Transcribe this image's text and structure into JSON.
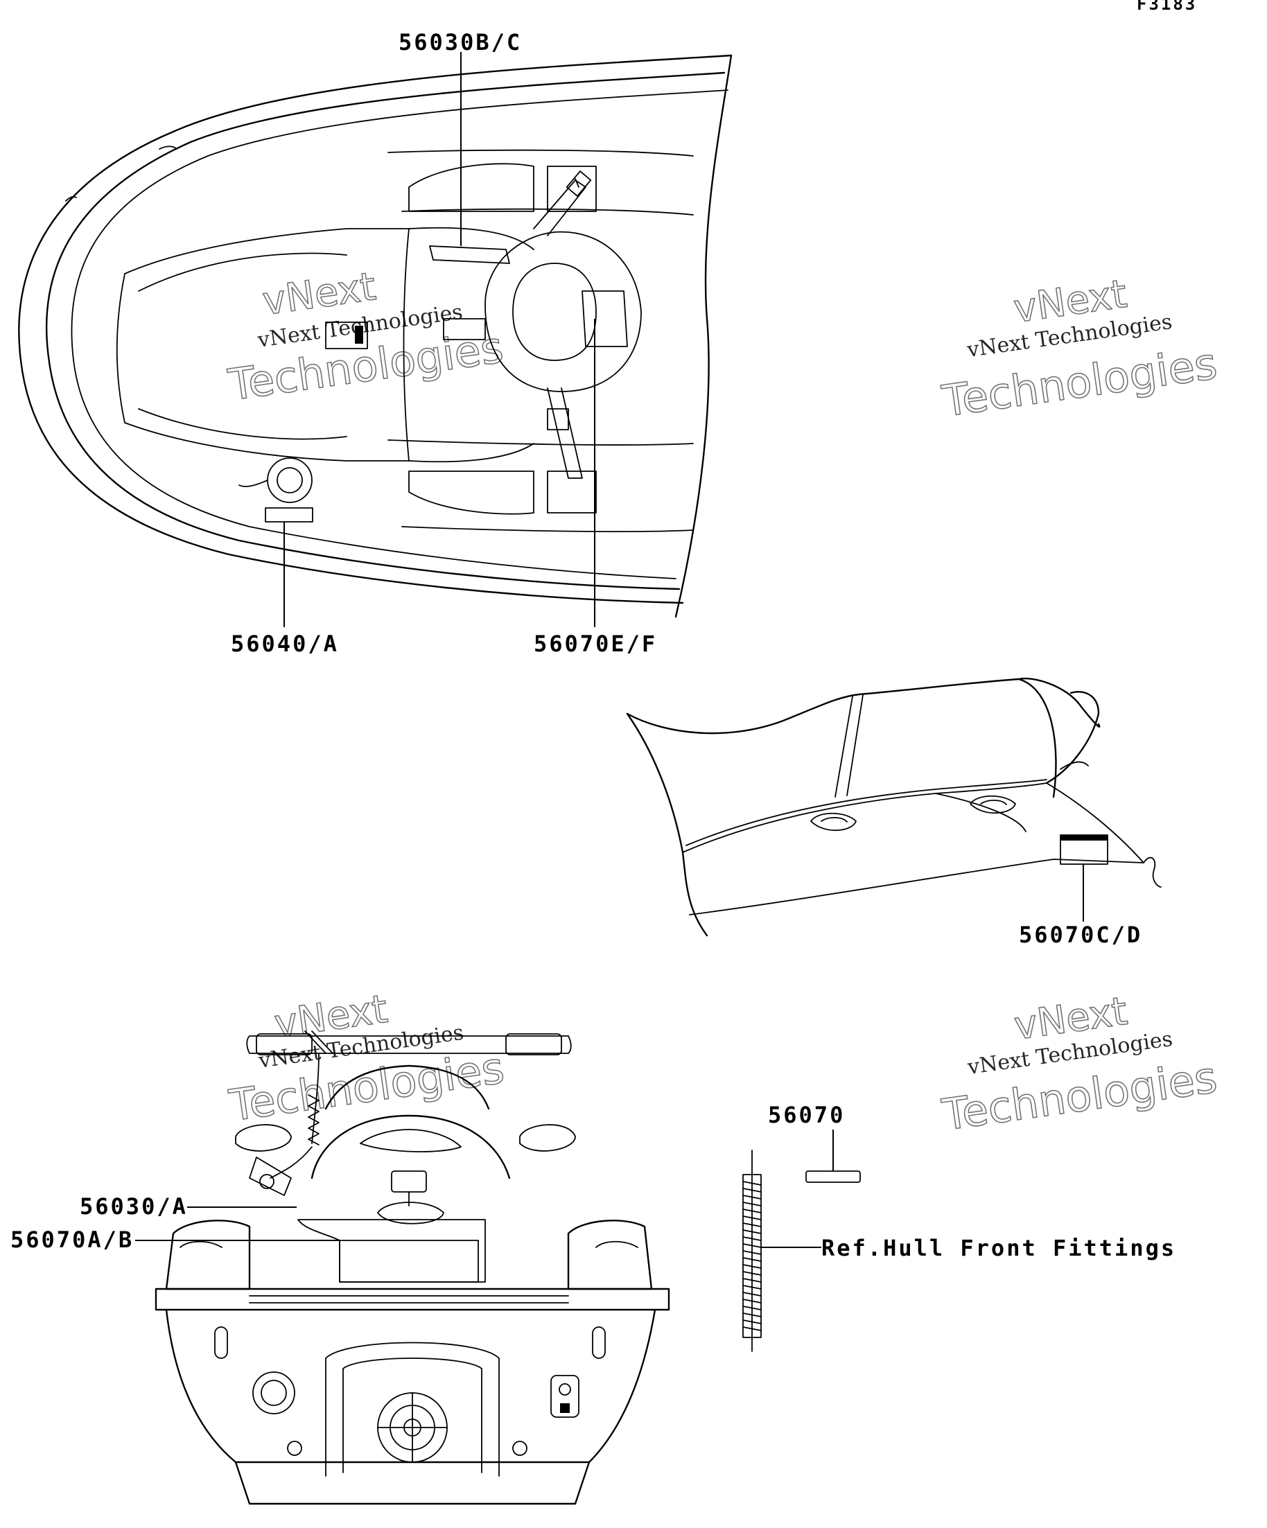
{
  "figure_code": "F3183",
  "labels": {
    "a": "56030B/C",
    "b": "56040/A",
    "c": "56070E/F",
    "d": "56070C/D",
    "e": "56070",
    "f": "56030/A",
    "g": "56070A/B",
    "h": "Ref.Hull Front Fittings"
  },
  "watermark": {
    "line1": "vNext",
    "line2": "vNext Technologies",
    "line3": "Technologies"
  }
}
